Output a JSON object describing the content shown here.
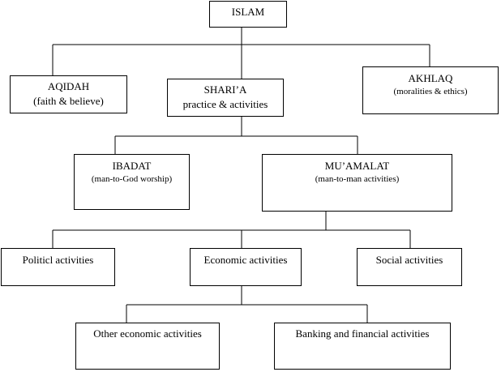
{
  "nodes": {
    "islam": {
      "title": "ISLAM"
    },
    "aqidah": {
      "title": "AQIDAH",
      "subtitle": "(faith & believe)"
    },
    "sharia": {
      "title": "SHARI’A",
      "subtitle": "practice & activities"
    },
    "akhlaq": {
      "title": "AKHLAQ",
      "subtitle": "(moralities & ethics)"
    },
    "ibadat": {
      "title": "IBADAT",
      "subtitle": "(man-to-God worship)"
    },
    "muamalat": {
      "title": "MU’AMALAT",
      "subtitle": "(man-to-man activities)"
    },
    "politic": {
      "title": "Politicl activities"
    },
    "economic": {
      "title": "Economic activities"
    },
    "social": {
      "title": "Social activities"
    },
    "other_economic": {
      "title": "Other economic activities"
    },
    "banking": {
      "title": "Banking and financial activities"
    }
  },
  "edges": [
    [
      "islam",
      "aqidah"
    ],
    [
      "islam",
      "sharia"
    ],
    [
      "islam",
      "akhlaq"
    ],
    [
      "sharia",
      "ibadat"
    ],
    [
      "sharia",
      "muamalat"
    ],
    [
      "muamalat",
      "politic"
    ],
    [
      "muamalat",
      "economic"
    ],
    [
      "muamalat",
      "social"
    ],
    [
      "economic",
      "other_economic"
    ],
    [
      "economic",
      "banking"
    ]
  ]
}
